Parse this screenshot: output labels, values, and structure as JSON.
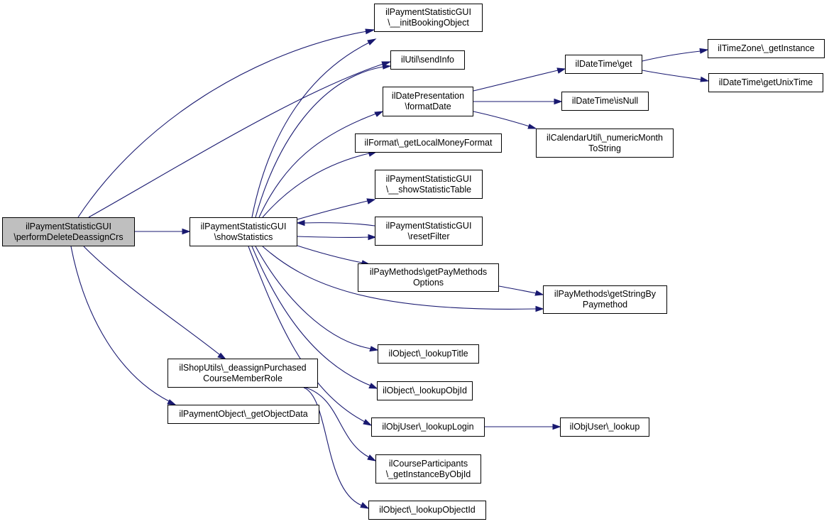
{
  "colors": {
    "edge": "#191970",
    "root_fill": "#bfbfbf",
    "node_fill": "#ffffff",
    "border": "#000000"
  },
  "nodes": {
    "root": {
      "l1": "ilPaymentStatisticGUI",
      "l2": "\\performDeleteDeassignCrs"
    },
    "showStatistics": {
      "l1": "ilPaymentStatisticGUI",
      "l2": "\\showStatistics"
    },
    "deassign": {
      "l1": "ilShopUtils\\_deassignPurchased",
      "l2": "CourseMemberRole"
    },
    "getObjectData": {
      "l1": "ilPaymentObject\\_getObjectData"
    },
    "initBooking": {
      "l1": "ilPaymentStatisticGUI",
      "l2": "\\__initBookingObject"
    },
    "sendInfo": {
      "l1": "ilUtil\\sendInfo"
    },
    "formatDate": {
      "l1": "ilDatePresentation",
      "l2": "\\formatDate"
    },
    "moneyFormat": {
      "l1": "ilFormat\\_getLocalMoneyFormat"
    },
    "showTable": {
      "l1": "ilPaymentStatisticGUI",
      "l2": "\\__showStatisticTable"
    },
    "resetFilter": {
      "l1": "ilPaymentStatisticGUI",
      "l2": "\\resetFilter"
    },
    "payOptions": {
      "l1": "ilPayMethods\\getPayMethods",
      "l2": "Options"
    },
    "stringBy": {
      "l1": "ilPayMethods\\getStringBy",
      "l2": "Paymethod"
    },
    "lookupTitle": {
      "l1": "ilObject\\_lookupTitle"
    },
    "lookupObjId": {
      "l1": "ilObject\\_lookupObjId"
    },
    "lookupLogin": {
      "l1": "ilObjUser\\_lookupLogin"
    },
    "userLookup": {
      "l1": "ilObjUser\\_lookup"
    },
    "courseParticipants": {
      "l1": "ilCourseParticipants",
      "l2": "\\_getInstanceByObjId"
    },
    "lookupObjectId": {
      "l1": "ilObject\\_lookupObjectId"
    },
    "dtGet": {
      "l1": "ilDateTime\\get"
    },
    "dtIsNull": {
      "l1": "ilDateTime\\isNull"
    },
    "calendar": {
      "l1": "ilCalendarUtil\\_numericMonth",
      "l2": "ToString"
    },
    "timezone": {
      "l1": "ilTimeZone\\_getInstance"
    },
    "unixTime": {
      "l1": "ilDateTime\\getUnixTime"
    }
  }
}
